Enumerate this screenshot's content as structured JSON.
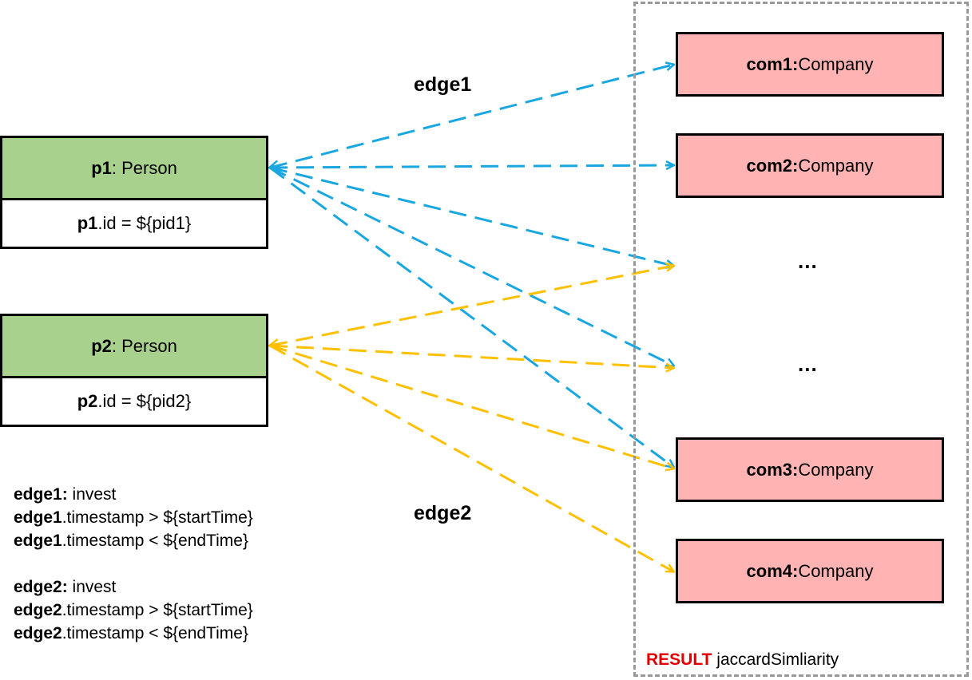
{
  "persons": [
    {
      "var": "p1",
      "type": " : Person",
      "cond_var": "p1",
      "cond_rest": ".id = ${pid1}"
    },
    {
      "var": "p2",
      "type": " : Person",
      "cond_var": "p2",
      "cond_rest": ".id = ${pid2}"
    }
  ],
  "companies": [
    {
      "var": "com1:",
      "type": " Company"
    },
    {
      "var": "com2:",
      "type": " Company"
    },
    {
      "var": "com3:",
      "type": " Company"
    },
    {
      "var": "com4:",
      "type": " Company"
    }
  ],
  "ellipsis": [
    "...",
    "..."
  ],
  "edge_labels": {
    "edge1": "edge1",
    "edge2": "edge2"
  },
  "conditions": [
    {
      "bold": "edge1:",
      "rest": " invest"
    },
    {
      "bold": "edge1",
      "rest": ".timestamp > ${startTime}"
    },
    {
      "bold": "edge1",
      "rest": ".timestamp < ${endTime}"
    },
    {
      "bold": "edge2:",
      "rest": " invest"
    },
    {
      "bold": "edge2",
      "rest": ".timestamp > ${startTime}"
    },
    {
      "bold": "edge2",
      "rest": ".timestamp < ${endTime}"
    }
  ],
  "result": {
    "keyword": "RESULT",
    "text": " jaccardSimliarity"
  },
  "colors": {
    "person_header": "#a9d18e",
    "company_fill": "#ffb3b3",
    "edge1": "#1aa7e0",
    "edge2": "#ffc000",
    "result_keyword": "#e00000",
    "result_border": "#999999"
  },
  "edges": {
    "edge1": {
      "from": "p1",
      "to": [
        "com1",
        "com2",
        "ellipsis-1",
        "ellipsis-2",
        "com3"
      ]
    },
    "edge2": {
      "from": "p2",
      "to": [
        "ellipsis-1",
        "ellipsis-2",
        "com3",
        "com4"
      ]
    }
  }
}
